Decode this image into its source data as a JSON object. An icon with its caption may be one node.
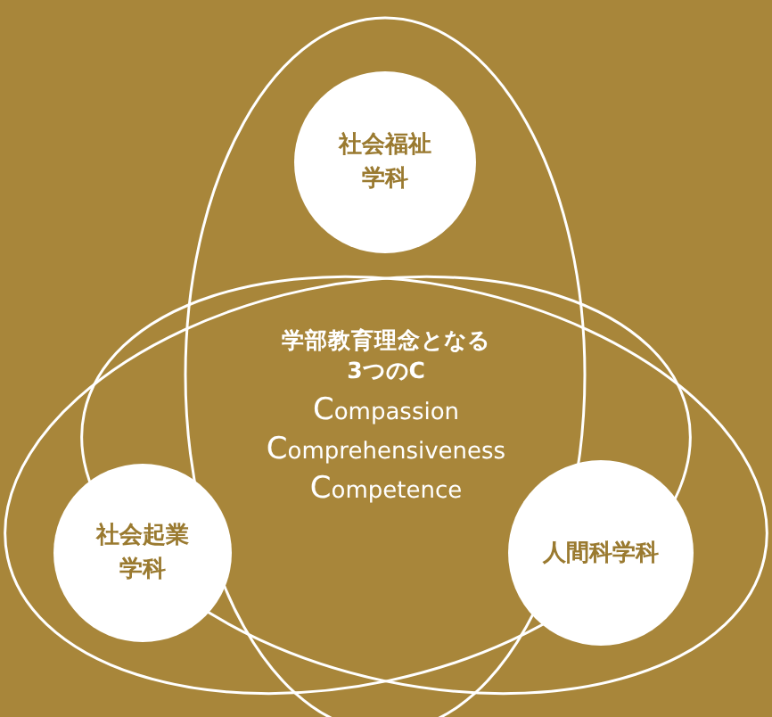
{
  "diagram": {
    "nodes": [
      {
        "text": [
          "社会福祉学科"
        ]
      },
      {
        "text": [
          "社会起業学科"
        ]
      },
      {
        "text": [
          "人間科学科"
        ]
      }
    ],
    "labels": [
      "学部教育理念となる 3つのC",
      "Compassion",
      "Comprehensiveness",
      "Competence"
    ]
  }
}
